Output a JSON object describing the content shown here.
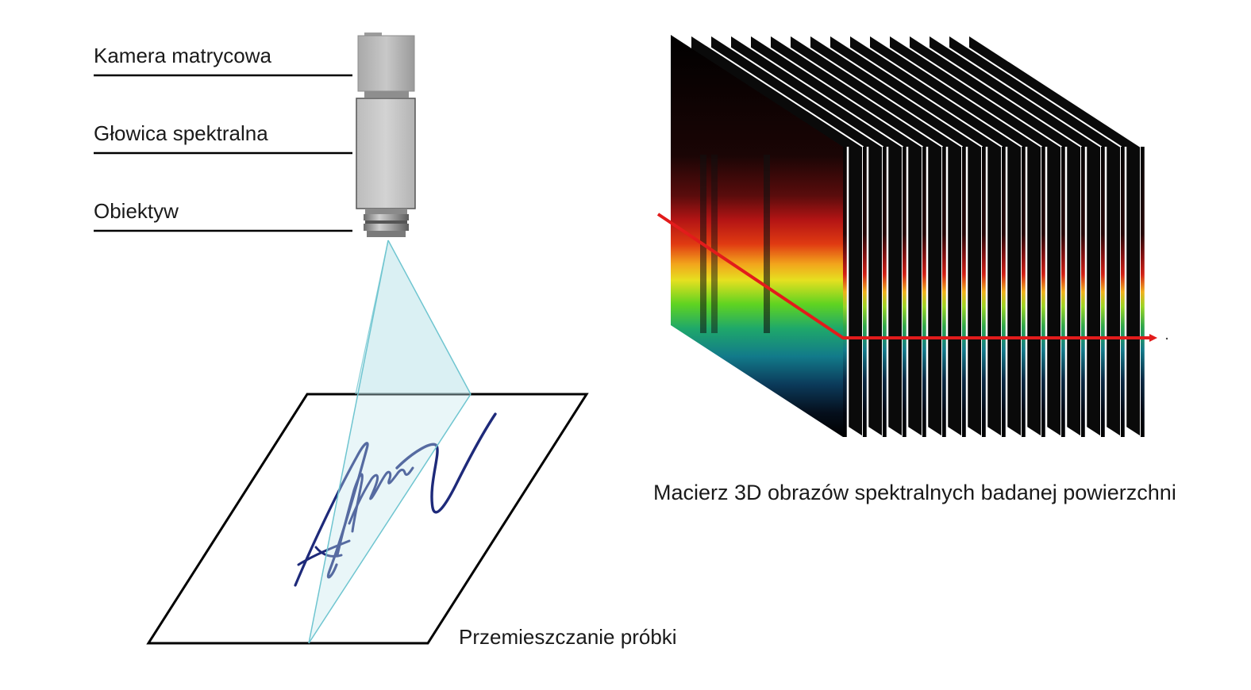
{
  "labels": {
    "camera": "Kamera matrycowa",
    "spectral_head": "Głowica spektralna",
    "lens": "Obiektyw",
    "cube_caption": "Macierz 3D obrazów spektralnych badanej powierzchni",
    "sample_motion": "Przemieszczanie próbki"
  },
  "colors": {
    "scan_line": "#e21b1b",
    "field_of_view": "#bfe6ec",
    "signature_ink": "#1e2a7a",
    "device_body": "#bdbdbd"
  },
  "cube": {
    "slice_count": 16
  }
}
